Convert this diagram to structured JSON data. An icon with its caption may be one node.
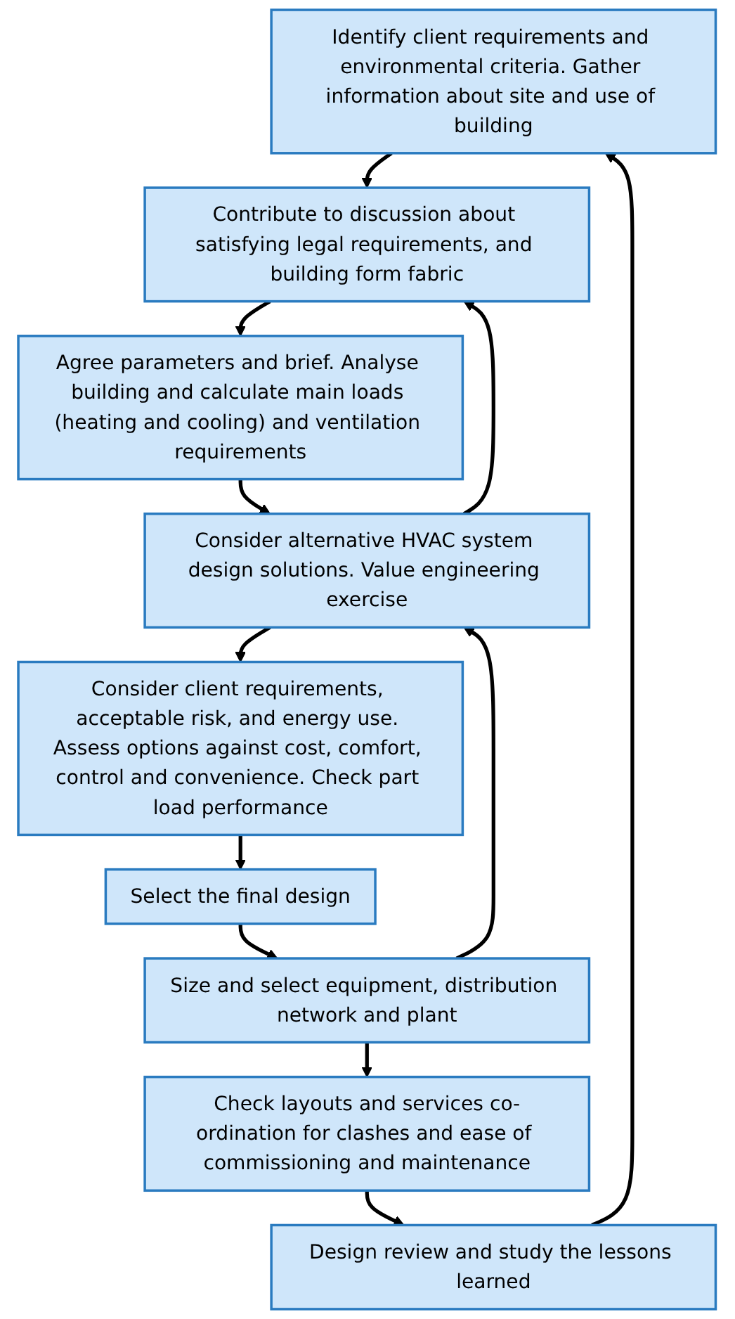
{
  "diagram": {
    "nodes": [
      {
        "text": [
          "Identify client requirements and environmental criteria. Gather information about site and use of building"
        ]
      },
      {
        "text": [
          "Contribute to discussion about satisfying legal requirements, and building form fabric"
        ]
      },
      {
        "text": [
          "Agree parameters and brief. Analyse building and calculate main loads (heating and cooling) and ventilation requirements"
        ]
      },
      {
        "text": [
          "Consider alternative HVAC system design solutions. Value engineering exercise"
        ]
      },
      {
        "text": [
          "Consider client requirements, acceptable risk, and energy use. Assess options against cost, comfort, control and convenience. Check part load performance"
        ]
      },
      {
        "text": [
          "Select the final design"
        ]
      },
      {
        "text": [
          "Size and select equipment, distribution network and plant"
        ]
      },
      {
        "text": [
          "Check layouts and services co-ordination for clashes and ease of commissioning and maintenance"
        ]
      },
      {
        "text": [
          "Design review and study the lessons learned"
        ]
      }
    ],
    "edges": [
      {
        "from": 0,
        "to": 1,
        "arrow": "to"
      },
      {
        "from": 1,
        "to": 2,
        "arrow": "to"
      },
      {
        "from": 2,
        "to": 3,
        "arrow": "to"
      },
      {
        "from": 3,
        "to": 1,
        "arrow": "to"
      },
      {
        "from": 3,
        "to": 4,
        "arrow": "to"
      },
      {
        "from": 4,
        "to": 5,
        "arrow": "to"
      },
      {
        "from": 5,
        "to": 6,
        "arrow": "to"
      },
      {
        "from": 6,
        "to": 3,
        "arrow": "to"
      },
      {
        "from": 6,
        "to": 7,
        "arrow": "to"
      },
      {
        "from": 7,
        "to": 8,
        "arrow": "to"
      },
      {
        "from": 8,
        "to": 0,
        "arrow": "to"
      }
    ]
  }
}
